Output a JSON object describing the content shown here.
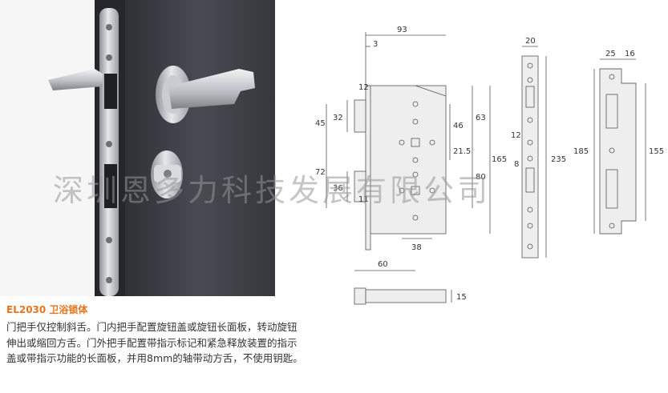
{
  "product": {
    "title": "EL2030 卫浴锁体",
    "description": "门把手仅控制斜舌。门内把手配置旋钮盖或旋钮长面板，转动旋钮伸出或缩回方舌。门外把手配置带指示标记和紧急释放装置的指示盖或带指示功能的长面板，并用8mm的轴带动方舌，不使用钥匙。"
  },
  "watermark": "深圳恩多力科技发展有限公司",
  "dimensions": {
    "d93": "93",
    "d3": "3",
    "d12a": "12",
    "d45": "45",
    "d32": "32",
    "d72": "72",
    "d36": "36",
    "d11": "11",
    "d46": "46",
    "d63": "63",
    "d21_5": "21.5",
    "d165": "165",
    "d80": "80",
    "d38": "38",
    "d60": "60",
    "d15": "15",
    "d20": "20",
    "d12b": "12",
    "d8": "8",
    "d235": "235",
    "d25": "25",
    "d16": "16",
    "d185": "185",
    "d155": "155"
  },
  "colors": {
    "accent": "#e8741c",
    "door": "#3f3f45",
    "steel": "#c9ccd0"
  }
}
